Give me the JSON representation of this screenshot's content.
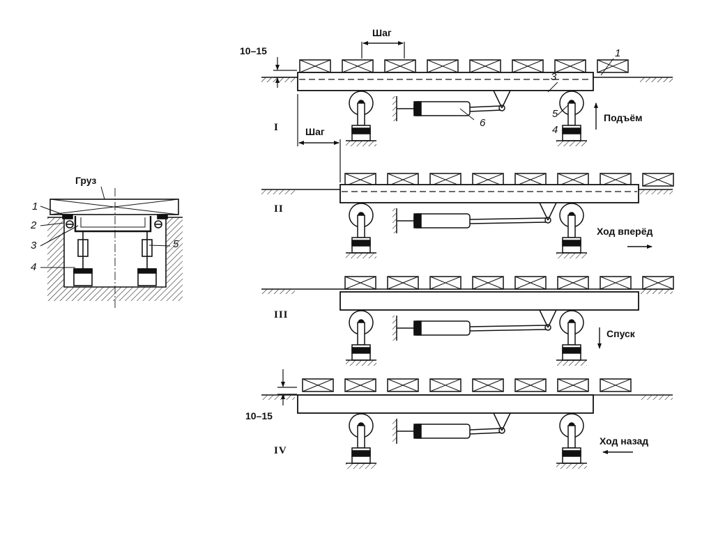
{
  "cross_section": {
    "load_label": "Груз",
    "callouts": [
      "1",
      "2",
      "3",
      "4",
      "5"
    ]
  },
  "side_view": {
    "step_label": "Шаг",
    "gap_label": "10–15",
    "callouts": {
      "rail": "1",
      "beam": "3",
      "cylinder": "6",
      "roller": "5",
      "jack": "4"
    }
  },
  "phases": [
    {
      "numeral": "I",
      "action": "Подъём"
    },
    {
      "numeral": "II",
      "action": "Ход вперёд"
    },
    {
      "numeral": "III",
      "action": "Спуск"
    },
    {
      "numeral": "IV",
      "action": "Ход назад"
    }
  ]
}
